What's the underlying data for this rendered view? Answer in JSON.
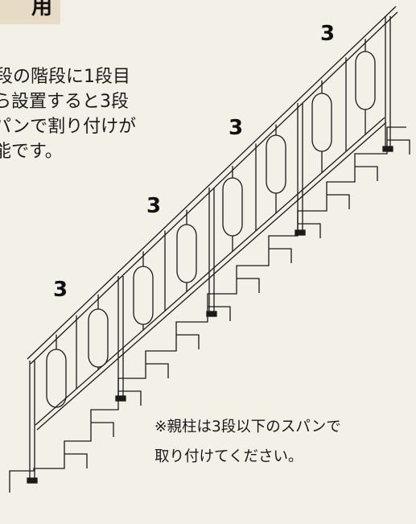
{
  "header": {
    "title_fragment": "用"
  },
  "intro": {
    "lines": [
      "段の階段に1段目",
      "ら設置すると3段",
      "パンで割り付けが",
      "能です。"
    ]
  },
  "span_labels": [
    "3",
    "3",
    "3",
    "3"
  ],
  "note": {
    "lines": [
      "※親柱は3段以下のスパンで",
      "取り付けてください。"
    ]
  },
  "colors": {
    "background": "#f3f0e8",
    "header_tab": "#e7dbc6",
    "line": "#1a1a1a"
  }
}
